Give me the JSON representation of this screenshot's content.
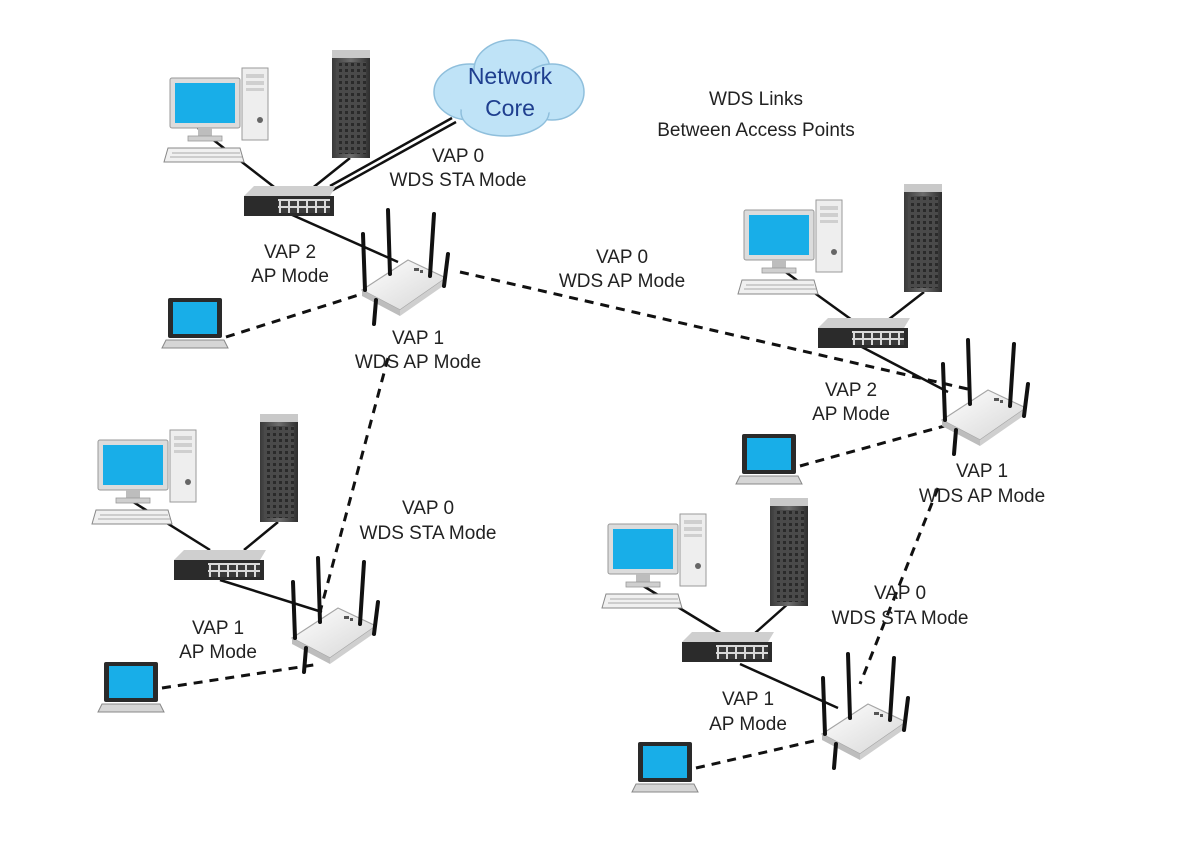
{
  "title": {
    "line1": "WDS Links",
    "line2": "Between Access Points"
  },
  "network_core": {
    "line1": "Network",
    "line2": "Core"
  },
  "labels": {
    "ap1_vap0": [
      "VAP 0",
      "WDS STA Mode"
    ],
    "ap1_vap2": [
      "VAP 2",
      "AP Mode"
    ],
    "ap1_vap1": [
      "VAP 1",
      "WDS AP Mode"
    ],
    "link_vap0": [
      "VAP 0",
      "WDS AP Mode"
    ],
    "ap2_vap0": [
      "VAP 0",
      "WDS STA Mode"
    ],
    "ap2_vap1": [
      "VAP 1",
      "AP Mode"
    ],
    "ap3_vap2": [
      "VAP 2",
      "AP Mode"
    ],
    "ap3_vap1": [
      "VAP 1",
      "WDS AP Mode"
    ],
    "ap4_vap0": [
      "VAP 0",
      "WDS STA Mode"
    ],
    "ap4_vap1": [
      "VAP 1",
      "AP Mode"
    ]
  },
  "colors": {
    "screen": "#18aee8",
    "cloud": "#bfe3f7",
    "switch": "#2b2b2b"
  }
}
